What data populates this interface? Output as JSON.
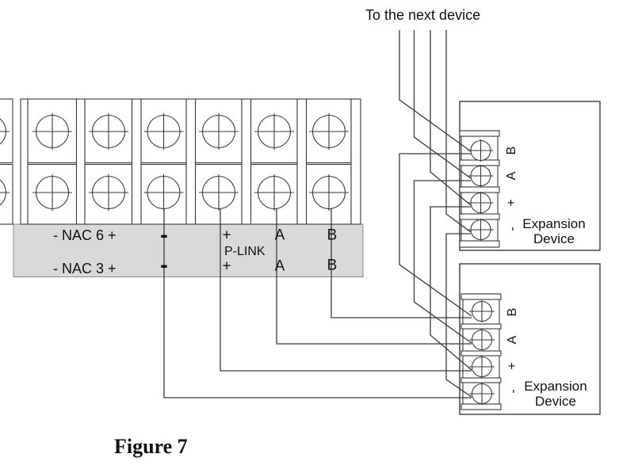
{
  "top_note": "To the next device",
  "caption": "Figure 7",
  "band": {
    "bus": "P-LINK",
    "rows": [
      {
        "nac": "- NAC 6 +",
        "minus": "-",
        "plus": "+",
        "a": "A",
        "b": "B"
      },
      {
        "nac": "- NAC 3 +",
        "minus": "-",
        "plus": "+",
        "a": "A",
        "b": "B"
      }
    ]
  },
  "devices": [
    {
      "terminals": {
        "b": "B",
        "a": "A",
        "plus": "+",
        "minus": "-"
      },
      "name_line1": "Expansion",
      "name_line2": "Device"
    },
    {
      "terminals": {
        "b": "B",
        "a": "A",
        "plus": "+",
        "minus": "-"
      },
      "name_line1": "Expansion",
      "name_line2": "Device"
    }
  ],
  "colors": {
    "band_bg": "#d9d9d9",
    "line": "#3a3a3a",
    "text": "#111111"
  }
}
